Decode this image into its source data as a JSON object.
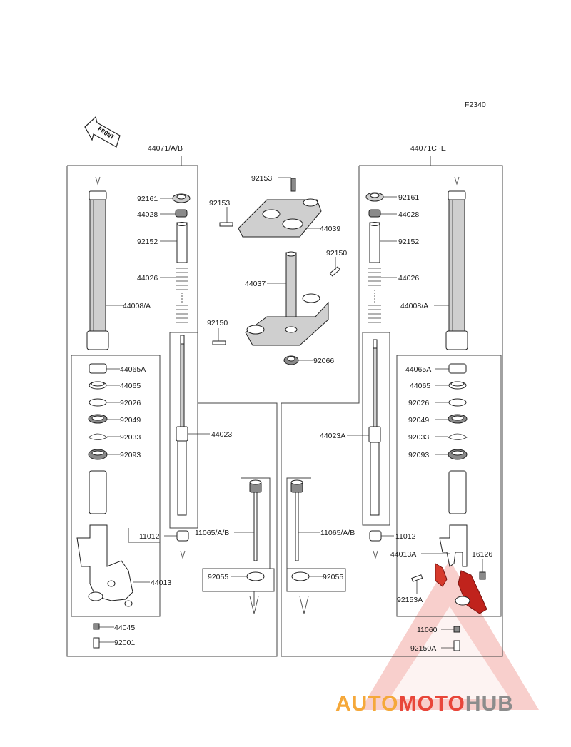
{
  "diagram": {
    "code": "F2340",
    "front_label": "FRONT",
    "left_assembly": "44071/A/B",
    "right_assembly": "44071C~E",
    "labels": {
      "l_92161": "92161",
      "l_44028": "44028",
      "l_92152": "92152",
      "l_44026": "44026",
      "l_44008": "44008/A",
      "l_44065A": "44065A",
      "l_44065": "44065",
      "l_92026": "92026",
      "l_92049": "92049",
      "l_92033": "92033",
      "l_92093": "92093",
      "l_44023": "44023",
      "l_11012": "11012",
      "l_44013": "44013",
      "l_44045": "44045",
      "l_92001": "92001",
      "c_92153a": "92153",
      "c_92153b": "92153",
      "c_44039": "44039",
      "c_92150a": "92150",
      "c_44037": "44037",
      "c_92150b": "92150",
      "c_92066": "92066",
      "c_11065l": "11065/A/B",
      "c_92055l": "92055",
      "c_11065r": "11065/A/B",
      "c_92055r": "92055",
      "r_92161": "92161",
      "r_44028": "44028",
      "r_92152": "92152",
      "r_44026": "44026",
      "r_44008": "44008/A",
      "r_44065A": "44065A",
      "r_44065": "44065",
      "r_92026": "92026",
      "r_92049": "92049",
      "r_92033": "92033",
      "r_92093": "92093",
      "r_44023A": "44023A",
      "r_11012": "11012",
      "r_44013A": "44013A",
      "r_16126": "16126",
      "r_92153A": "92153A",
      "r_11060": "11060",
      "r_92150A": "92150A"
    }
  },
  "watermark": {
    "part1": "AUTO",
    "part2": "MOTO",
    "part3": "HUB",
    "color_orange": "#f5a83a",
    "color_red": "#e8463a",
    "color_gray": "#8c8c8c"
  }
}
